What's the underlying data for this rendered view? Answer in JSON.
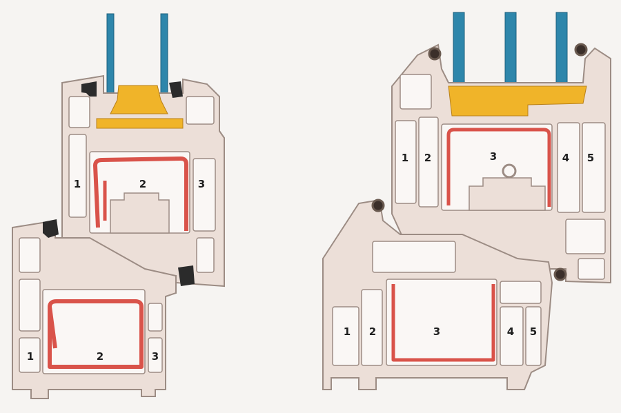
{
  "colors": {
    "background": "#f6f4f2",
    "pvc_fill": "#ecdfd8",
    "pvc_outline": "#9c8c84",
    "chamber_fill": "#faf7f5",
    "steel_reinforcement": "#d9534a",
    "glass_pane": "#2e86ab",
    "glazing_spacer": "#f0b429",
    "gasket": "#2b2b2b",
    "label_text": "#1f1f1f"
  },
  "left_profile": {
    "sash_labels": [
      "1",
      "2",
      "3"
    ],
    "frame_labels": [
      "1",
      "2",
      "3"
    ]
  },
  "right_profile": {
    "sash_labels": [
      "1",
      "2",
      "3",
      "4",
      "5"
    ],
    "frame_labels": [
      "1",
      "2",
      "3",
      "4",
      "5"
    ]
  }
}
